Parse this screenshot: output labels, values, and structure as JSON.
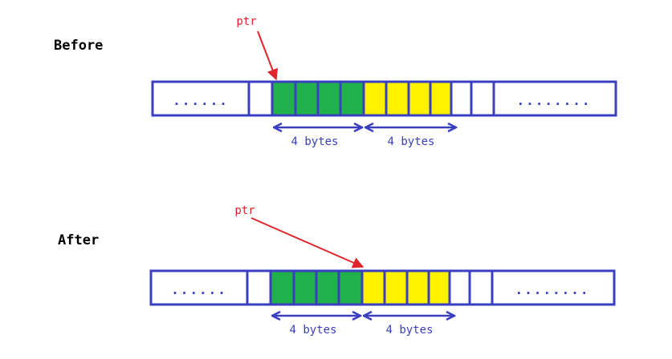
{
  "diagram": {
    "before": {
      "label": "Before",
      "pointer_label": "ptr",
      "pointer_target": "first-green-cell",
      "ellipsis_left": "......",
      "ellipsis_right": "........",
      "span_left_label": "4 bytes",
      "span_right_label": "4 bytes"
    },
    "after": {
      "label": "After",
      "pointer_label": "ptr",
      "pointer_target": "first-yellow-cell",
      "ellipsis_left": "......",
      "ellipsis_right": "........",
      "span_left_label": "4 bytes",
      "span_right_label": "4 bytes"
    }
  },
  "colors": {
    "outline": "#3a3fc1",
    "green": "#22b04a",
    "yellow": "#fff200",
    "pointer": "#e0242b",
    "text_blue": "#3a3fc1",
    "text_black": "#000000"
  }
}
